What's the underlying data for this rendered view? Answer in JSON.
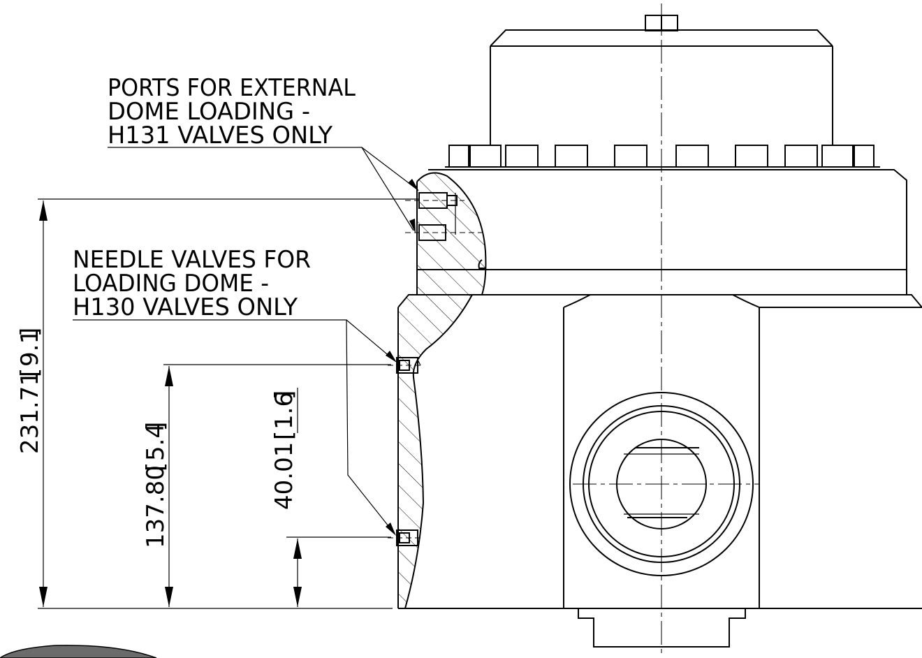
{
  "callouts": {
    "ports": {
      "line1": "PORTS FOR EXTERNAL",
      "line2": "DOME LOADING -",
      "line3": "H131 VALVES ONLY"
    },
    "needle": {
      "line1": "NEEDLE VALVES FOR",
      "line2": "LOADING DOME -",
      "line3": "H130 VALVES ONLY"
    }
  },
  "dimensions": {
    "overall": {
      "value": "231.71",
      "alt": "9.1"
    },
    "upper_port": {
      "value": "137.80",
      "alt": "5.4"
    },
    "lower_port": {
      "value": "40.01",
      "alt": "1.6"
    }
  },
  "colors": {
    "line": "#000000",
    "background": "#ffffff",
    "corner_blob": "#6b6b6b"
  }
}
